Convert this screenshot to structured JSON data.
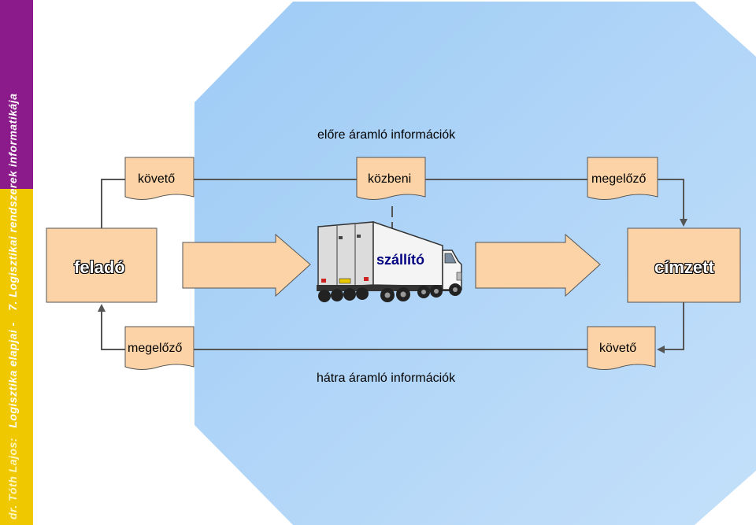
{
  "sidebar": {
    "author": "dr. Tóth Lajos:",
    "course": "Logisztika elapjai -",
    "chapter": "7. Logisztikai rendszerek informatikája"
  },
  "diagram": {
    "forward_flow_label": "előre áramló információk",
    "backward_flow_label": "hátra áramló információk",
    "sender_label": "feladó",
    "recipient_label": "címzett",
    "carrier_label": "szállító",
    "doc_top_left": "követő",
    "doc_top_middle": "közbeni",
    "doc_top_right": "megelőző",
    "doc_bottom_left": "megelőző",
    "doc_bottom_right": "követő"
  },
  "colors": {
    "background_light_blue": "#a9d0f5",
    "box_fill": "#fcd3a6",
    "sidebar_purple": "#8b1a8b",
    "sidebar_yellow": "#f0c800"
  }
}
